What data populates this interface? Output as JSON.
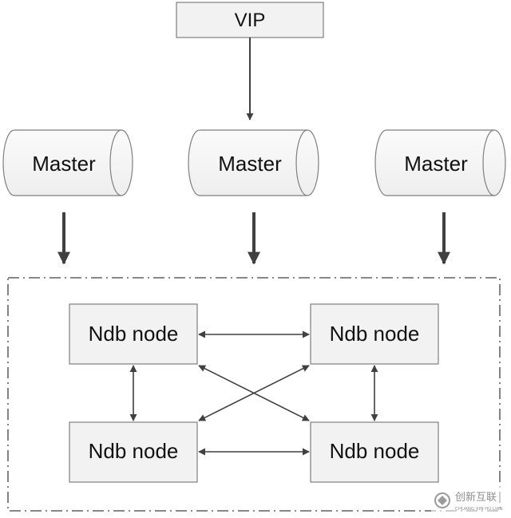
{
  "diagram": {
    "vip": {
      "label": "VIP"
    },
    "masters": [
      {
        "label": "Master"
      },
      {
        "label": "Master"
      },
      {
        "label": "Master"
      }
    ],
    "cluster": {
      "nodes": [
        {
          "label": "Ndb node"
        },
        {
          "label": "Ndb node"
        },
        {
          "label": "Ndb node"
        },
        {
          "label": "Ndb node"
        }
      ]
    }
  },
  "watermark": {
    "title": "创新互联",
    "subtitle": "CHUANG XIN HU LIAN"
  },
  "colors": {
    "box_fill": "#f2f2f2",
    "box_stroke": "#7f7f7f",
    "arrow": "#404040",
    "text": "#111111"
  }
}
